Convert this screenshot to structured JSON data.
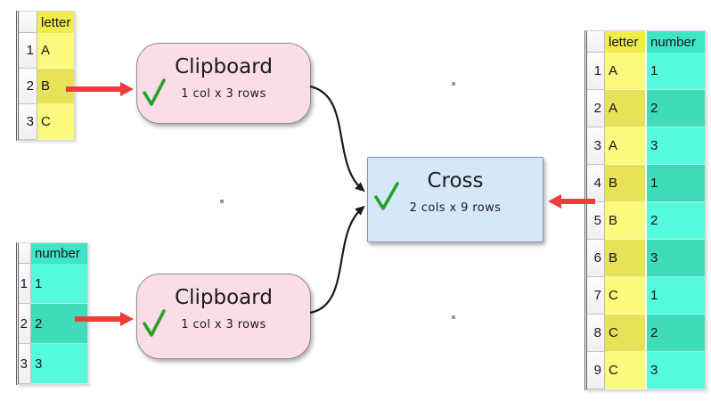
{
  "colors": {
    "accent_red": "#ee3b3b",
    "check_green": "#27a228",
    "connector_black": "#1a1a1a",
    "node_pink": "#fbdce9",
    "node_blue": "#d5e8f9",
    "yellow_header": "#efec4b",
    "yellow_bright": "#fcfa7e",
    "yellow_dark": "#e8e25a",
    "teal_header": "#3fe6c6",
    "teal_bright": "#55fbdc",
    "teal_dark": "#3fdcbb",
    "grid_dot": "#9b9b9b"
  },
  "nodes": {
    "clipboard_top": {
      "title": "Clipboard",
      "subtitle": "1 col x 3 rows",
      "status": "ok"
    },
    "clipboard_bottom": {
      "title": "Clipboard",
      "subtitle": "1 col x 3 rows",
      "status": "ok"
    },
    "cross": {
      "title": "Cross",
      "subtitle": "2 cols x 9 rows",
      "status": "ok"
    }
  },
  "tables": {
    "letters": {
      "header": "letter",
      "rows": [
        {
          "num": "1",
          "value": "A"
        },
        {
          "num": "2",
          "value": "B"
        },
        {
          "num": "3",
          "value": "C"
        }
      ]
    },
    "numbers": {
      "header": "number",
      "rows": [
        {
          "num": "1",
          "value": "1"
        },
        {
          "num": "2",
          "value": "2"
        },
        {
          "num": "3",
          "value": "3"
        }
      ]
    },
    "result": {
      "header_letter": "letter",
      "header_number": "number",
      "rows": [
        {
          "num": "1",
          "letter": "A",
          "number": "1"
        },
        {
          "num": "2",
          "letter": "A",
          "number": "2"
        },
        {
          "num": "3",
          "letter": "A",
          "number": "3"
        },
        {
          "num": "4",
          "letter": "B",
          "number": "1"
        },
        {
          "num": "5",
          "letter": "B",
          "number": "2"
        },
        {
          "num": "6",
          "letter": "B",
          "number": "3"
        },
        {
          "num": "7",
          "letter": "C",
          "number": "1"
        },
        {
          "num": "8",
          "letter": "C",
          "number": "2"
        },
        {
          "num": "9",
          "letter": "C",
          "number": "3"
        }
      ]
    }
  }
}
